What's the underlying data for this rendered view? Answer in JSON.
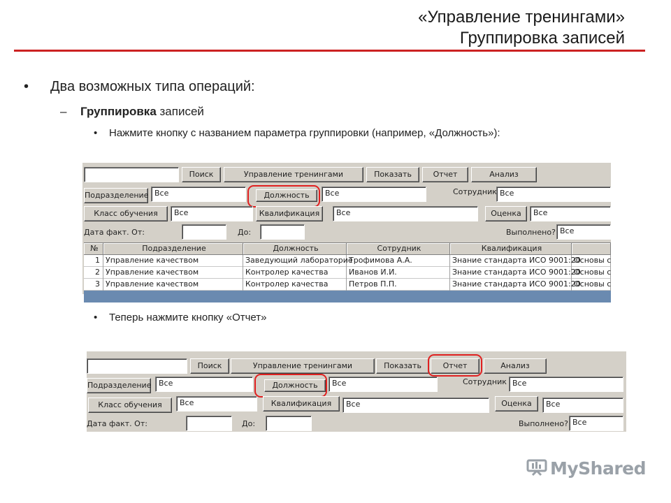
{
  "slide": {
    "title_line1": "«Управление тренингами»",
    "title_line2": "Группировка записей",
    "bullet1": "Два возможных типа операций:",
    "bullet2_bold": "Группировка",
    "bullet2_rest": " записей",
    "bullet3": "Нажмите кнопку с названием параметра группировки (например, «Должность»):",
    "bullet4": "Теперь нажмите кнопку «Отчет»",
    "bullet_mark": "•",
    "dash_mark": "–",
    "logo_text": "MyShared",
    "accent_color": "#cc2222"
  },
  "form": {
    "search_value": "",
    "search_button": "Поиск",
    "tab_title": "Управление тренингами",
    "show_button": "Показать",
    "report_button": "Отчет",
    "analysis_button": "Анализ",
    "division_button": "Подразделение",
    "division_value": "Все",
    "position_button": "Должность",
    "position_value": "Все",
    "employee_label": "Сотрудник",
    "employee_value": "Все",
    "class_button": "Класс обучения",
    "class_value": "Все",
    "qualification_button": "Квалификация",
    "qualification_value": "Все",
    "grade_button": "Оценка",
    "grade_value": "Все",
    "date_from_label": "Дата факт. От:",
    "date_from_value": "",
    "date_to_label": "До:",
    "date_to_value": "",
    "completed_label": "Выполнено?",
    "completed_value": "Все"
  },
  "table": {
    "columns": [
      "№",
      "Подразделение",
      "Должность",
      "Сотрудник",
      "Квалификация",
      ""
    ],
    "rows": [
      [
        "1",
        "Управление качеством",
        "Заведующий лабораторие",
        "Трофимова А.А.",
        "Знание стандарта ИСО 9001:20",
        "Основы с"
      ],
      [
        "2",
        "Управление качеством",
        "Контролер качества",
        "Иванов И.И.",
        "Знание стандарта ИСО 9001:20",
        "Основы с"
      ],
      [
        "3",
        "Управление качеством",
        "Контролер качества",
        "Петров П.П.",
        "Знание стандарта ИСО 9001:20",
        "Основы с"
      ]
    ]
  },
  "icons": {
    "logo": "presentation-board-icon"
  }
}
